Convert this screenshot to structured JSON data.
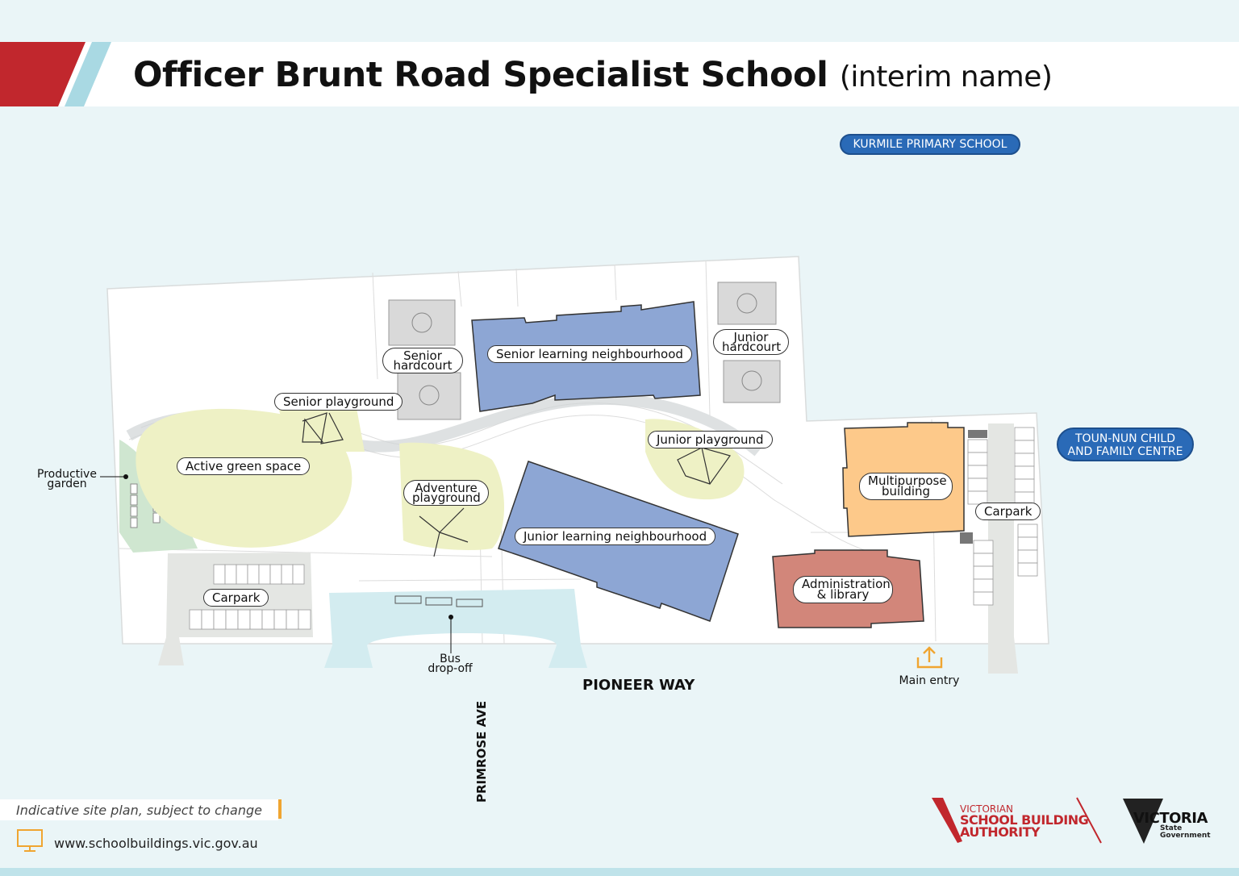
{
  "header": {
    "title": "Officer Brunt Road Specialist School",
    "subtitle": "(interim name)"
  },
  "neighbours": {
    "kurmile": "KURMILE PRIMARY SCHOOL",
    "toun_nun_line1": "TOUN-NUN CHILD",
    "toun_nun_line2": "AND FAMILY CENTRE"
  },
  "labels": {
    "senior_hardcourt_1": "Senior",
    "senior_hardcourt_2": "hardcourt",
    "senior_learning": "Senior learning neighbourhood",
    "junior_hardcourt_1": "Junior",
    "junior_hardcourt_2": "hardcourt",
    "senior_playground": "Senior playground",
    "active_green_space": "Active green space",
    "productive_garden_1": "Productive",
    "productive_garden_2": "garden",
    "adventure_playground_1": "Adventure",
    "adventure_playground_2": "playground",
    "junior_playground": "Junior playground",
    "junior_learning": "Junior learning neighbourhood",
    "multipurpose_1": "Multipurpose",
    "multipurpose_2": "building",
    "carpark_east": "Carpark",
    "carpark_west": "Carpark",
    "admin_1": "Administration",
    "admin_2": "& library",
    "bus_1": "Bus",
    "bus_2": "drop-off",
    "main_entry": "Main entry"
  },
  "roads": {
    "pioneer_way": "PIONEER WAY",
    "primrose_ave": "PRIMROSE AVE"
  },
  "footer": {
    "disclaimer": "Indicative site plan, subject to change",
    "website": "www.schoolbuildings.vic.gov.au",
    "vsba_line1": "VICTORIAN",
    "vsba_line2": "SCHOOL BUILDING",
    "vsba_line3": "AUTHORITY",
    "vic_name": "VICTORIA",
    "vic_sub1": "State",
    "vic_sub2": "Government"
  },
  "colors": {
    "brand_red": "#c1272d",
    "learning_blue": "#8da6d4",
    "multipurpose_orange": "#fdc98a",
    "admin_terracotta": "#d2867a",
    "green_space": "#eef1c5",
    "pill_blue": "#2a6ab7",
    "entry_orange": "#f0a531"
  },
  "icons": {
    "main_entry": "upload-arrow-icon",
    "website": "monitor-icon"
  }
}
